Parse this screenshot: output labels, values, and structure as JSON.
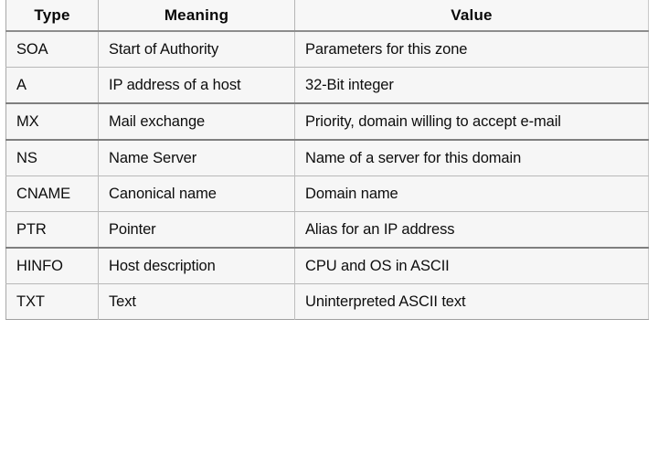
{
  "figure": {
    "kind": "table",
    "caption": "",
    "background_color": "#ffffff",
    "cell_background_color": "#f6f6f6",
    "text_color": "#0d0d0d",
    "rule_color": "#b8b8b8"
  },
  "table": {
    "columns": [
      {
        "key": "type",
        "label": "Type",
        "align": "center"
      },
      {
        "key": "meaning",
        "label": "Meaning",
        "align": "center"
      },
      {
        "key": "value",
        "label": "Value",
        "align": "center"
      }
    ],
    "rows": [
      {
        "type": "SOA",
        "meaning": "Start of Authority",
        "value": "Parameters for this zone",
        "heavy_rule_above": false
      },
      {
        "type": "A",
        "meaning": "IP address of a host",
        "value": "32-Bit integer",
        "heavy_rule_above": false
      },
      {
        "type": "MX",
        "meaning": "Mail exchange",
        "value": "Priority, domain willing to accept e-mail",
        "heavy_rule_above": true
      },
      {
        "type": "NS",
        "meaning": "Name Server",
        "value": "Name of a server for this domain",
        "heavy_rule_above": true
      },
      {
        "type": "CNAME",
        "meaning": "Canonical name",
        "value": "Domain name",
        "heavy_rule_above": false
      },
      {
        "type": "PTR",
        "meaning": "Pointer",
        "value": "Alias for an IP address",
        "heavy_rule_above": false
      },
      {
        "type": "HINFO",
        "meaning": "Host description",
        "value": "CPU and OS in ASCII",
        "heavy_rule_above": true
      },
      {
        "type": "TXT",
        "meaning": "Text",
        "value": "Uninterpreted ASCII text",
        "heavy_rule_above": false
      }
    ]
  },
  "chart_data": {
    "type": "table",
    "title": "",
    "columns": [
      "Type",
      "Meaning",
      "Value"
    ],
    "rows": [
      [
        "SOA",
        "Start of Authority",
        "Parameters for this zone"
      ],
      [
        "A",
        "IP address of a host",
        "32-Bit integer"
      ],
      [
        "MX",
        "Mail exchange",
        "Priority, domain willing to accept e-mail"
      ],
      [
        "NS",
        "Name Server",
        "Name of a server for this domain"
      ],
      [
        "CNAME",
        "Canonical name",
        "Domain name"
      ],
      [
        "PTR",
        "Pointer",
        "Alias for an IP address"
      ],
      [
        "HINFO",
        "Host description",
        "CPU and OS in ASCII"
      ],
      [
        "TXT",
        "Text",
        "Uninterpreted ASCII text"
      ]
    ]
  }
}
